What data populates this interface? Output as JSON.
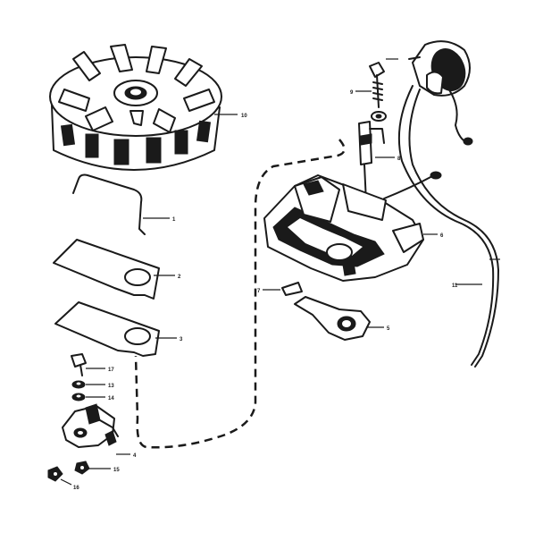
{
  "ink_color": "#1a1a1a",
  "background_color": "#ffffff",
  "callouts": [
    {
      "id": "flywheel",
      "label": "10"
    },
    {
      "id": "spring-clip",
      "label": "1"
    },
    {
      "id": "gasket-upper",
      "label": "2"
    },
    {
      "id": "gasket-lower",
      "label": "3"
    },
    {
      "id": "screw-left",
      "label": "17"
    },
    {
      "id": "washer-a",
      "label": "13"
    },
    {
      "id": "washer-b",
      "label": "14"
    },
    {
      "id": "breaker-points",
      "label": "4"
    },
    {
      "id": "nut-a",
      "label": "15"
    },
    {
      "id": "nut-b",
      "label": "16"
    },
    {
      "id": "coil-screw",
      "label": "9"
    },
    {
      "id": "coil-lead",
      "label": "8"
    },
    {
      "id": "stator-plate",
      "label": "6"
    },
    {
      "id": "felt-wiper",
      "label": "7"
    },
    {
      "id": "cam-plate",
      "label": "5"
    },
    {
      "id": "ignition-wire",
      "label": "11"
    }
  ]
}
